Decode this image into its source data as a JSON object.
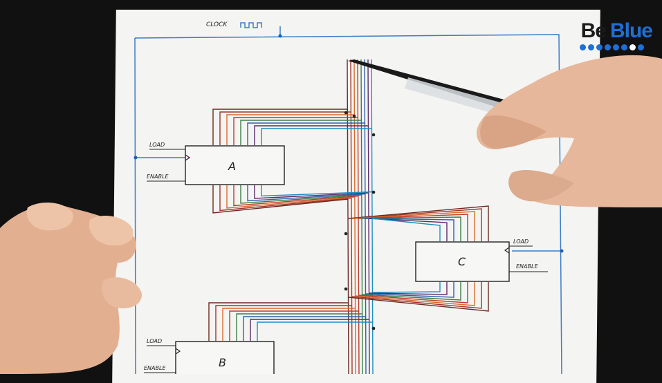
{
  "clock_label": "CLOCK",
  "registers": {
    "a": {
      "name": "A",
      "load": "LOAD",
      "enable": "ENABLE"
    },
    "b": {
      "name": "B",
      "load": "LOAD",
      "enable": "ENABLE"
    },
    "c": {
      "name": "C",
      "load": "LOAD",
      "enable": "ENABLE"
    }
  },
  "logo": {
    "left": "Be",
    "right": "Blue"
  },
  "colors": {
    "bus": [
      "#6b2a1e",
      "#a0342c",
      "#d96b2a",
      "#c0392b",
      "#3b7f4a",
      "#2f5fb0",
      "#5a2b6b",
      "#1d8fbf"
    ],
    "wire": "#3a7cc9",
    "logo_blue": "#1e6fd6"
  }
}
